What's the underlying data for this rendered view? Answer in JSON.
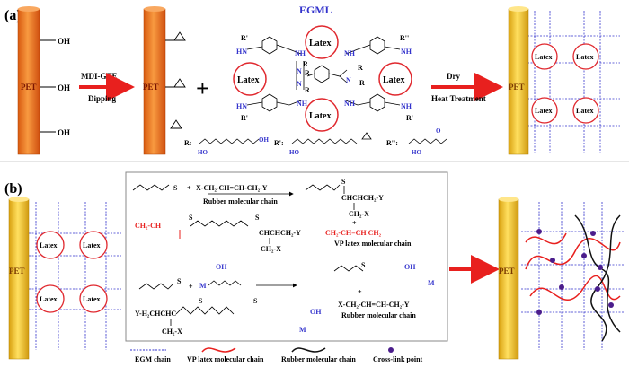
{
  "panel_a": {
    "label": "(a)",
    "pet": "PET",
    "oh": "OH",
    "step1_reagent": "MDI-GTE",
    "step1_process": "Dipping",
    "plus": "+",
    "egml": "EGML",
    "latex": "Latex",
    "r": "R",
    "r1": "R'",
    "r2": "R''",
    "hn": "HN",
    "nh": "NH",
    "n": "N",
    "step2_reagent": "Dry",
    "step2_process": "Heat Treatment",
    "legend_r": "R:",
    "legend_r1": "R':",
    "legend_r2": "R'':",
    "ho": "HO",
    "oh_small": "OH",
    "o": "O"
  },
  "panel_b": {
    "label": "(b)",
    "pet": "PET",
    "latex": "Latex",
    "reaction1_reagent": "X-CH₂-CH=CH-CH₂-Y",
    "reaction1_reagent_label": "Rubber molecular chain",
    "reaction1_product_top": "CHCHCH₂-Y",
    "reaction1_product_bottom": "CH₂-X",
    "plus1": "+",
    "vp_chain": "CH₂-CH=CH   CH₂",
    "vp_chain_label": "VP latex molecular chain",
    "vp_left": "CH₂-CH",
    "s_radical": "S",
    "y_group": "CHCHCH₂-Y",
    "x_group": "CH₂-X",
    "m": "M",
    "oh": "OH",
    "plus2": "+",
    "reaction2_reagent": "X-CH₂-CH=CH-CH₂-Y",
    "reaction2_reagent_label": "Rubber molecular chain",
    "product2_left": "Y-H₂CHCHC",
    "product2_bottom": "CH₂-X"
  },
  "legend": {
    "egm": "EGM chain",
    "vp": "VP latex molecular chain",
    "rubber": "Rubber molecular chain",
    "crosslink": "Cross-link point"
  },
  "colors": {
    "pet_orange": "#F47C20",
    "pet_yellow": "#F5C518",
    "latex_ring": "#E0282E",
    "arrow_red": "#E8201E",
    "egm_blue": "#3333CC",
    "crosslink": "#4B1D8C"
  }
}
